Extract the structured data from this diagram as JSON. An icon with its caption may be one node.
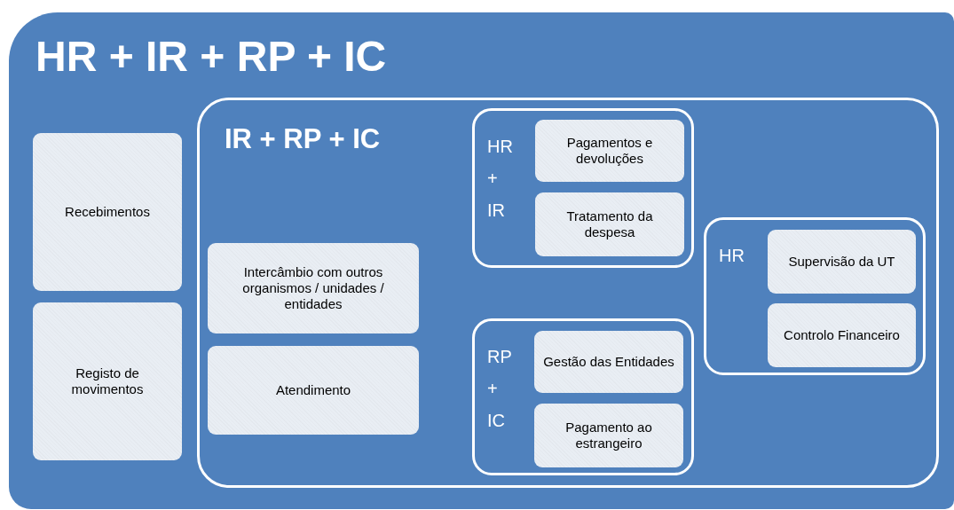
{
  "diagram": {
    "nodes": [
      {
        "text": [
          "HR + IR + RP + IC"
        ]
      },
      {
        "text": [
          "Recebimentos"
        ],
        "in": 0
      },
      {
        "text": [
          "Registo de movimentos"
        ],
        "in": 0
      },
      {
        "text": [
          "IR + RP + IC"
        ],
        "in": 0
      },
      {
        "text": [
          "Intercâmbio com outros organismos / unidades / entidades"
        ],
        "in": 3
      },
      {
        "text": [
          "Atendimento"
        ],
        "in": 3
      },
      {
        "text": [
          "HR + IR"
        ],
        "in": 3
      },
      {
        "text": [
          "Pagamentos e devoluções"
        ],
        "in": 6
      },
      {
        "text": [
          "Tratamento da despesa"
        ],
        "in": 6
      },
      {
        "text": [
          "RP + IC"
        ],
        "in": 3
      },
      {
        "text": [
          "Gestão das Entidades"
        ],
        "in": 9
      },
      {
        "text": [
          "Pagamento ao estrangeiro"
        ],
        "in": 9
      },
      {
        "text": [
          "HR"
        ],
        "in": 3
      },
      {
        "text": [
          "Supervisão da UT"
        ],
        "in": 12
      },
      {
        "text": [
          "Controlo Financeiro"
        ],
        "in": 12
      }
    ]
  }
}
